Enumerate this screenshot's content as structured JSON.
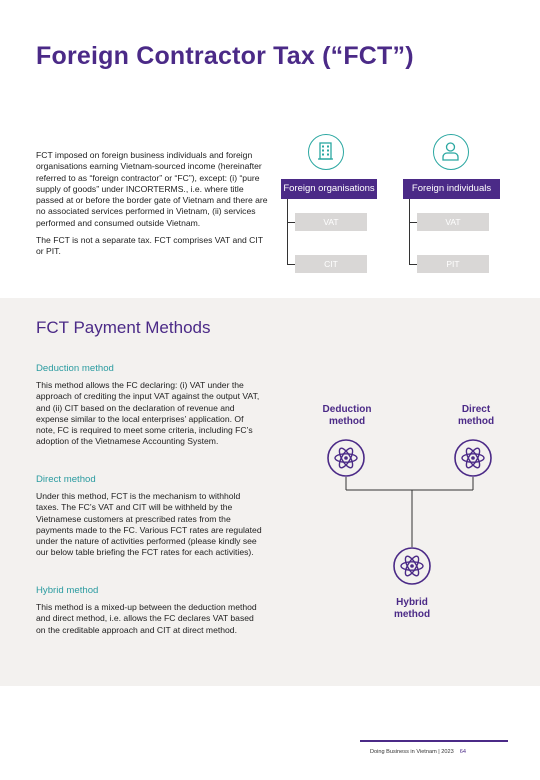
{
  "title": "Foreign Contractor Tax (“FCT”)",
  "intro": {
    "p1": "FCT imposed on foreign business individuals and foreign organisations earning Vietnam-sourced income (hereinafter referred to as “foreign contractor” or “FC”), except: (i) “pure supply of goods” under INCORTERMS., i.e. where title passed at or before the border gate of Vietnam and there are no associated services performed in Vietnam, (ii) services performed and consumed outside Vietnam.",
    "p2": "The FCT is not a separate tax. FCT comprises VAT and CIT or PIT."
  },
  "diagram": {
    "org": {
      "icon": "building-icon",
      "header": "Foreign organisations",
      "box1": "VAT",
      "box2": "CIT"
    },
    "ind": {
      "icon": "person-icon",
      "header": "Foreign individuals",
      "box1": "VAT",
      "box2": "PIT"
    }
  },
  "methods": {
    "title": "FCT Payment Methods",
    "deduction": {
      "heading": "Deduction method",
      "text": "This method allows the FC declaring: (i) VAT under the approach of crediting the input VAT against the output VAT, and (ii) CIT based on the declaration of revenue and expense similar to the local enterprises’ application.  Of note, FC is required to meet some criteria, including FC’s adoption of the Vietnamese Accounting System."
    },
    "direct": {
      "heading": "Direct method",
      "text": "Under this method, FCT is the mechanism to withhold taxes. The FC’s VAT and CIT will be withheld by the Vietnamese customers at prescribed rates from the payments made to the FC.  Various FCT rates are regulated under the nature of activities performed (please kindly see our below table briefing the FCT rates for each activities)."
    },
    "hybrid": {
      "heading": "Hybrid method",
      "text": "This method is a mixed-up between the deduction method and direct method, i.e. allows the FC declares VAT based on the creditable approach and CIT at direct method."
    }
  },
  "method_diagram": {
    "left_label_1": "Deduction",
    "left_label_2": "method",
    "right_label_1": "Direct",
    "right_label_2": "method",
    "bottom_label_1": "Hybrid",
    "bottom_label_2": "method",
    "icon": "atom-icon"
  },
  "footer": {
    "text": "Doing Business in Vietnam | 2023",
    "page": "64"
  },
  "colors": {
    "brand_purple": "#4b2a87",
    "teal": "#2aa7a1",
    "box_grey": "#d9d7d6",
    "section_bg": "#f3f1ef"
  }
}
